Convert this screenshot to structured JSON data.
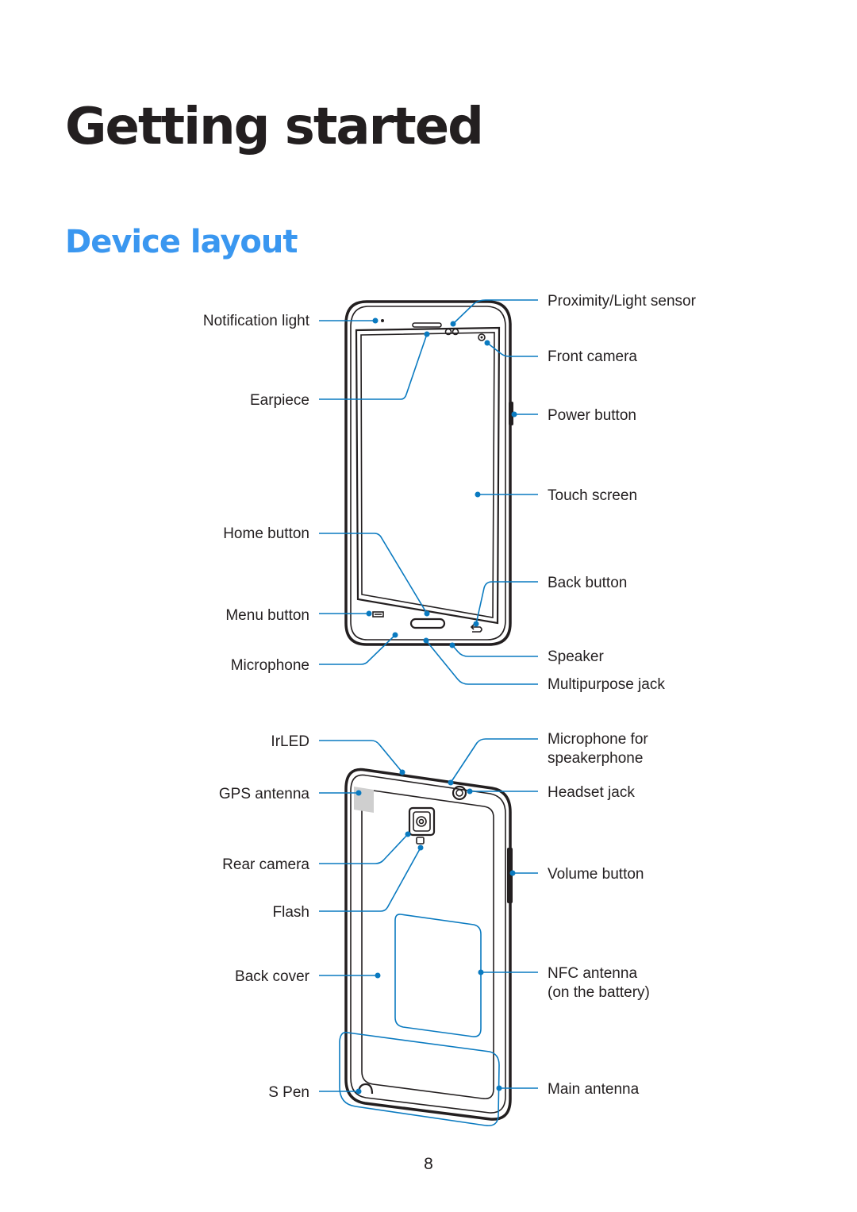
{
  "page": {
    "chapter_title": "Getting started",
    "section_title": "Device layout",
    "page_number": "8",
    "accent_color": "#3a97f0",
    "callout_color": "#0a7ac0"
  },
  "front_view": {
    "left_labels": {
      "notification_light": "Notification light",
      "earpiece": "Earpiece",
      "home_button": "Home button",
      "menu_button": "Menu button",
      "microphone": "Microphone"
    },
    "right_labels": {
      "proximity_light_sensor": "Proximity/Light sensor",
      "front_camera": "Front camera",
      "power_button": "Power button",
      "touch_screen": "Touch screen",
      "back_button": "Back button",
      "speaker": "Speaker",
      "multipurpose_jack": "Multipurpose jack"
    }
  },
  "back_view": {
    "left_labels": {
      "irled": "IrLED",
      "gps_antenna": "GPS antenna",
      "rear_camera": "Rear camera",
      "flash": "Flash",
      "back_cover": "Back cover",
      "s_pen": "S Pen"
    },
    "right_labels": {
      "microphone_speakerphone_line1": "Microphone for",
      "microphone_speakerphone_line2": "speakerphone",
      "headset_jack": "Headset jack",
      "volume_button": "Volume button",
      "nfc_antenna_line1": "NFC antenna",
      "nfc_antenna_line2": "(on the battery)",
      "main_antenna": "Main antenna"
    }
  }
}
